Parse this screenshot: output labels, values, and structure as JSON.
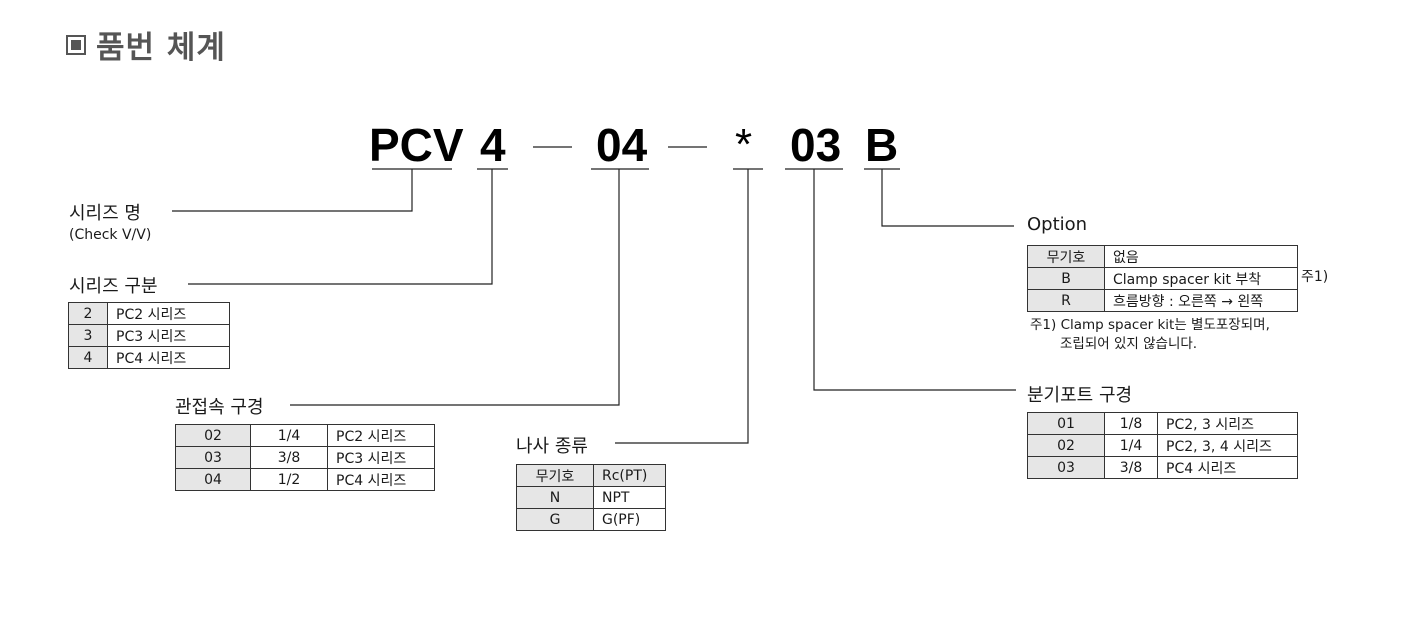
{
  "title": {
    "marker": "■",
    "text": "품번 체계"
  },
  "code": {
    "series": "PCV",
    "size": "4",
    "dash1": "—",
    "port": "04",
    "dash2": "—",
    "thread": "*",
    "branch": "03",
    "option": "B"
  },
  "series_name": {
    "label": "시리즈 명",
    "sub": "(Check V/V)"
  },
  "series_type": {
    "label": "시리즈 구분",
    "rows": [
      {
        "code": "2",
        "desc": "PC2 시리즈"
      },
      {
        "code": "3",
        "desc": "PC3 시리즈"
      },
      {
        "code": "4",
        "desc": "PC4 시리즈"
      }
    ]
  },
  "pipe_size": {
    "label": "관접속 구경",
    "rows": [
      {
        "code": "02",
        "size": "1/4",
        "desc": "PC2 시리즈"
      },
      {
        "code": "03",
        "size": "3/8",
        "desc": "PC3 시리즈"
      },
      {
        "code": "04",
        "size": "1/2",
        "desc": "PC4 시리즈"
      }
    ]
  },
  "thread_type": {
    "label": "나사 종류",
    "rows": [
      {
        "code": "무기호",
        "desc": "Rc(PT)"
      },
      {
        "code": "N",
        "desc": "NPT"
      },
      {
        "code": "G",
        "desc": "G(PF)"
      }
    ]
  },
  "option": {
    "label": "Option",
    "rows": [
      {
        "code": "무기호",
        "desc": "없음"
      },
      {
        "code": "B",
        "desc": "Clamp spacer kit 부착"
      },
      {
        "code": "R",
        "desc": "흐름방향 : 오른쪽 → 왼쪽"
      }
    ],
    "footnote_ref": "주1)",
    "note_line1": "주1) Clamp spacer kit는 별도포장되며,",
    "note_line2": "조립되어 있지 않습니다."
  },
  "branch_port": {
    "label": "분기포트 구경",
    "rows": [
      {
        "code": "01",
        "size": "1/8",
        "desc": "PC2, 3 시리즈"
      },
      {
        "code": "02",
        "size": "1/4",
        "desc": "PC2, 3, 4 시리즈"
      },
      {
        "code": "03",
        "size": "3/8",
        "desc": "PC4 시리즈"
      }
    ]
  }
}
